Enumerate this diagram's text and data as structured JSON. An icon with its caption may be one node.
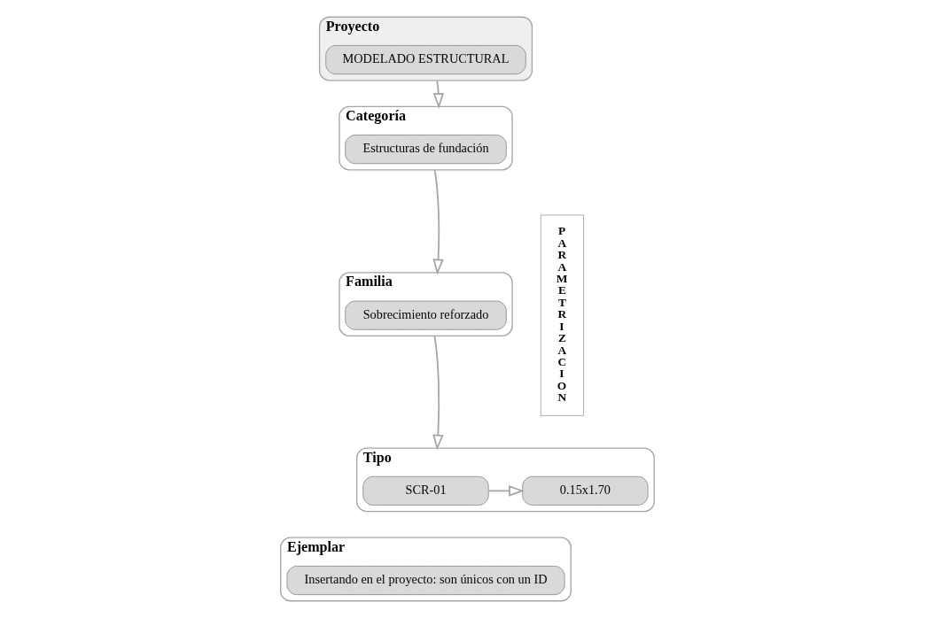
{
  "diagram": {
    "nodes": [
      {
        "text": [
          "Proyecto"
        ]
      },
      {
        "text": [
          "MODELADO ESTRUCTURAL"
        ],
        "in": 0
      },
      {
        "text": [
          "Categoría"
        ]
      },
      {
        "text": [
          "Estructuras de fundación"
        ],
        "in": 2
      },
      {
        "text": [
          "Familia"
        ]
      },
      {
        "text": [
          "Sobrecimiento reforzado"
        ],
        "in": 4
      },
      {
        "text": [
          "Tipo"
        ]
      },
      {
        "text": [
          "SCR-01"
        ],
        "in": 6
      },
      {
        "text": [
          "0.15x1.70"
        ],
        "in": 6
      },
      {
        "text": [
          "Ejemplar"
        ]
      },
      {
        "text": [
          "Insertando en el proyecto: son únicos con un ID"
        ],
        "in": 9
      },
      {
        "text": [
          "PARAMETRIZACION"
        ]
      }
    ],
    "edges": [
      {
        "from": 0,
        "to": 2,
        "arrow": "to"
      },
      {
        "from": 2,
        "to": 4,
        "arrow": "to"
      },
      {
        "from": 4,
        "to": 6,
        "arrow": "to"
      },
      {
        "from": 7,
        "to": 8,
        "arrow": "to"
      }
    ]
  }
}
